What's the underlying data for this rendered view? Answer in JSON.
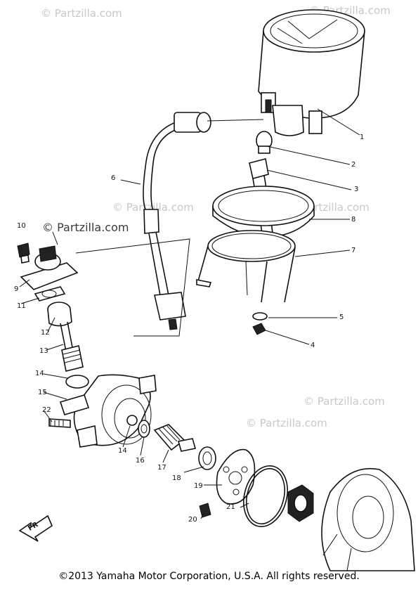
{
  "watermarks": [
    "© Partzilla.com",
    "© Partzilla.com",
    "© Partzilla.com",
    "© Partzilla.com",
    "© Partzilla.com",
    "© Partzilla.com"
  ],
  "callouts": [
    "1",
    "2",
    "3",
    "4",
    "5",
    "6",
    "7",
    "8",
    "9",
    "10",
    "11",
    "12",
    "13",
    "14",
    "14",
    "15",
    "16",
    "17",
    "18",
    "19",
    "20",
    "21",
    "22"
  ],
  "front_label": "FR",
  "copyright": "©2013  Yamaha Motor Corporation, U.S.A. All rights reserved."
}
